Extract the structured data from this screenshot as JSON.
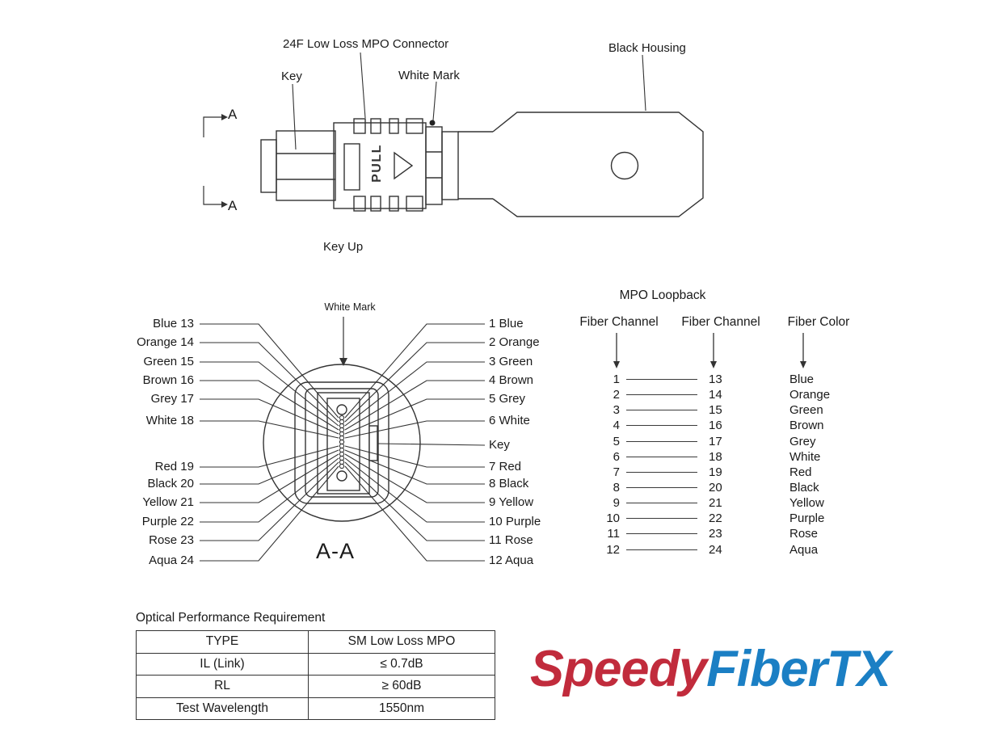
{
  "top_view": {
    "labels": {
      "connector": "24F Low Loss MPO Connector",
      "key": "Key",
      "white_mark": "White Mark",
      "black_housing": "Black Housing",
      "key_up": "Key Up",
      "pull": "PULL",
      "section_marker": "A"
    }
  },
  "cross_section": {
    "white_mark": "White Mark",
    "title": "A-A",
    "left_labels": [
      "Blue 13",
      "Orange 14",
      "Green 15",
      "Brown 16",
      "Grey 17",
      "White 18",
      "Red 19",
      "Black 20",
      "Yellow 21",
      "Purple 22",
      "Rose 23",
      "Aqua 24"
    ],
    "right_labels": [
      "1 Blue",
      "2 Orange",
      "3 Green",
      "4 Brown",
      "5 Grey",
      "6 White",
      "Key",
      "7 Red",
      "8 Black",
      "9 Yellow",
      "10 Purple",
      "11 Rose",
      "12 Aqua"
    ]
  },
  "loopback": {
    "title": "MPO Loopback",
    "headers": [
      "Fiber Channel",
      "Fiber Channel",
      "Fiber Color"
    ],
    "rows": [
      {
        "from": "1",
        "to": "13",
        "color": "Blue"
      },
      {
        "from": "2",
        "to": "14",
        "color": "Orange"
      },
      {
        "from": "3",
        "to": "15",
        "color": "Green"
      },
      {
        "from": "4",
        "to": "16",
        "color": "Brown"
      },
      {
        "from": "5",
        "to": "17",
        "color": "Grey"
      },
      {
        "from": "6",
        "to": "18",
        "color": "White"
      },
      {
        "from": "7",
        "to": "19",
        "color": "Red"
      },
      {
        "from": "8",
        "to": "20",
        "color": "Black"
      },
      {
        "from": "9",
        "to": "21",
        "color": "Yellow"
      },
      {
        "from": "10",
        "to": "22",
        "color": "Purple"
      },
      {
        "from": "11",
        "to": "23",
        "color": "Rose"
      },
      {
        "from": "12",
        "to": "24",
        "color": "Aqua"
      }
    ]
  },
  "performance_table": {
    "title": "Optical Performance Requirement",
    "rows": [
      {
        "label": "TYPE",
        "value": "SM Low Loss MPO"
      },
      {
        "label": "IL (Link)",
        "value": "≤ 0.7dB"
      },
      {
        "label": "RL",
        "value": "≥ 60dB"
      },
      {
        "label": "Test Wavelength",
        "value": "1550nm"
      }
    ]
  },
  "logo": {
    "part1": "Speedy",
    "part2": "FiberTX",
    "red": "#C12B3C",
    "blue": "#1B7FC4"
  }
}
